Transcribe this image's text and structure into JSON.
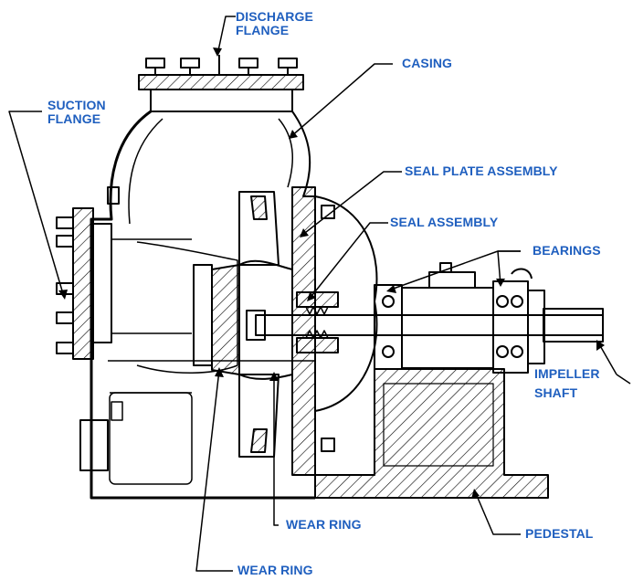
{
  "colors": {
    "label": "#1f5fbf",
    "line": "#000000",
    "background": "#ffffff"
  },
  "labels": {
    "discharge_flange": "DISCHARGE\nFLANGE",
    "casing": "CASING",
    "suction_flange": "SUCTION\nFLANGE",
    "seal_plate_assembly": "SEAL PLATE ASSEMBLY",
    "seal_assembly": "SEAL ASSEMBLY",
    "bearings": "BEARINGS",
    "impeller": "IMPELLER",
    "shaft": "SHAFT",
    "pedestal": "PEDESTAL",
    "wear_ring_upper": "WEAR RING",
    "wear_ring_lower": "WEAR RING"
  }
}
